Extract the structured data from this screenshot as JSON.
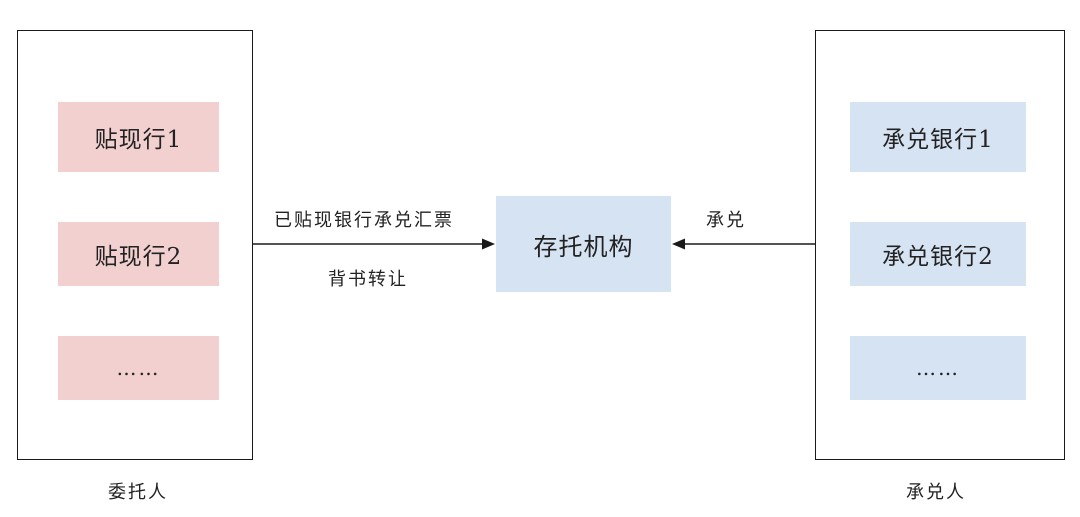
{
  "left_group": {
    "caption": "委托人",
    "items": [
      "贴现行1",
      "贴现行2",
      "……"
    ]
  },
  "right_group": {
    "caption": "承兑人",
    "items": [
      "承兑银行1",
      "承兑银行2",
      "……"
    ]
  },
  "center": {
    "label": "存托机构"
  },
  "arrows": {
    "left_to_center_top": "已贴现银行承兑汇票",
    "left_to_center_bottom": "背书转让",
    "right_to_center": "承兑"
  },
  "colors": {
    "left_items": "#f2d0d0",
    "right_items": "#d6e3f2",
    "center": "#d6e3f2",
    "lines": "#1a1a1a"
  }
}
